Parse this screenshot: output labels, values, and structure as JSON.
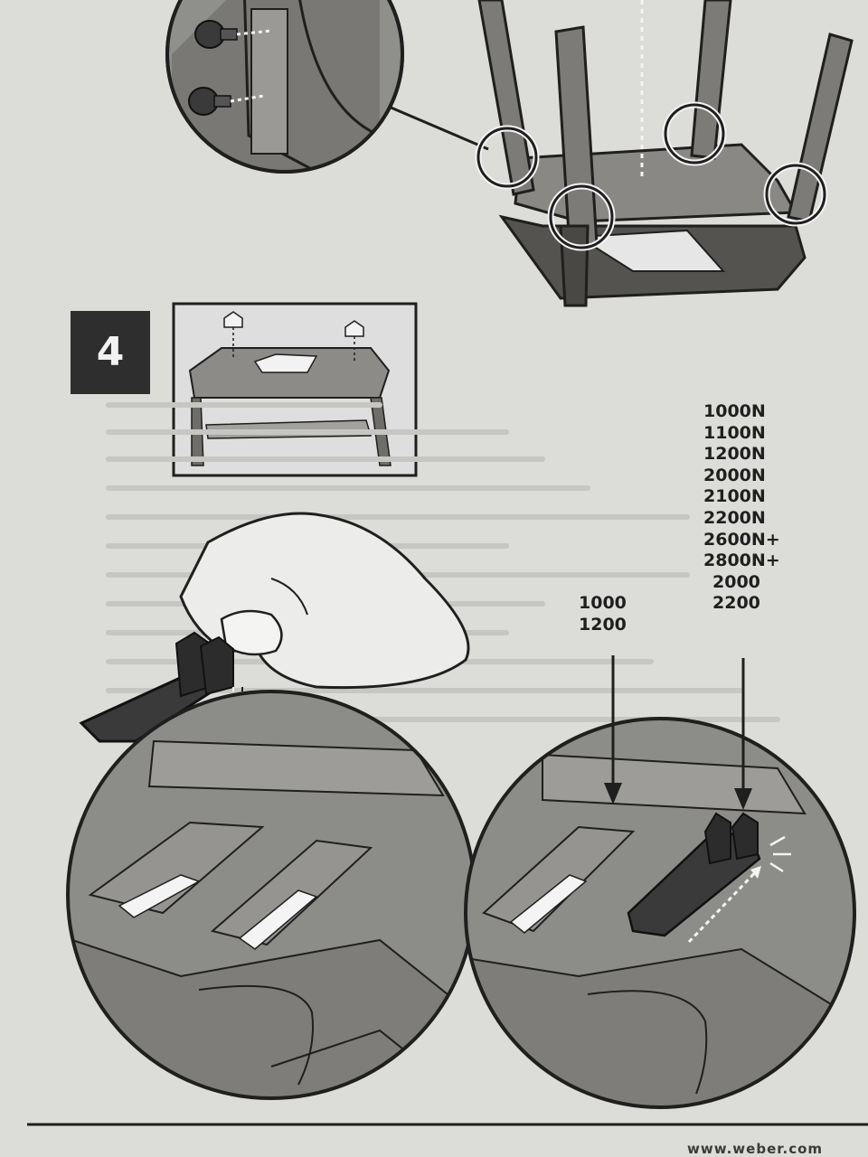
{
  "step": {
    "number": "4"
  },
  "model_labels": {
    "left": [
      "1000",
      "1200"
    ],
    "right": [
      "1000N",
      "1100N",
      "1200N",
      "2000N",
      "2100N",
      "2200N",
      "2600N+",
      "2800N+",
      "2000",
      "2200"
    ]
  },
  "footer": {
    "url": "www.weber.com"
  },
  "colors": {
    "paper": "#dcdcd9",
    "ink": "#1f1f1f",
    "circle_fill": "#8c8c88",
    "cart_fill": "#7d7b77",
    "clip_fill": "#3a3a3a"
  }
}
